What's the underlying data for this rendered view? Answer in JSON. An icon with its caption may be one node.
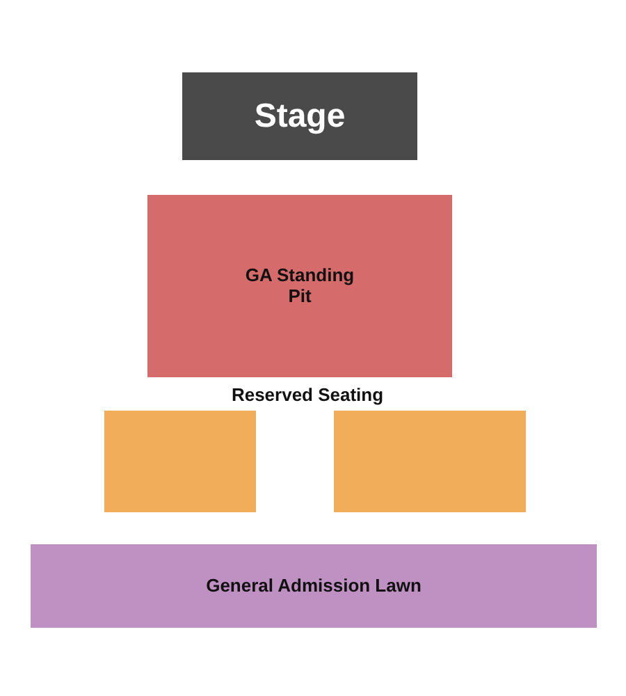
{
  "diagram": {
    "nodes": [
      {
        "text": [
          "Stage"
        ]
      },
      {
        "text": [
          "GA Standing Pit"
        ]
      },
      {
        "text": [],
        "shape": "box"
      },
      {
        "text": [],
        "shape": "box"
      },
      {
        "text": [
          "General Admission Lawn"
        ]
      }
    ],
    "labels": [
      "Reserved Seating"
    ]
  }
}
